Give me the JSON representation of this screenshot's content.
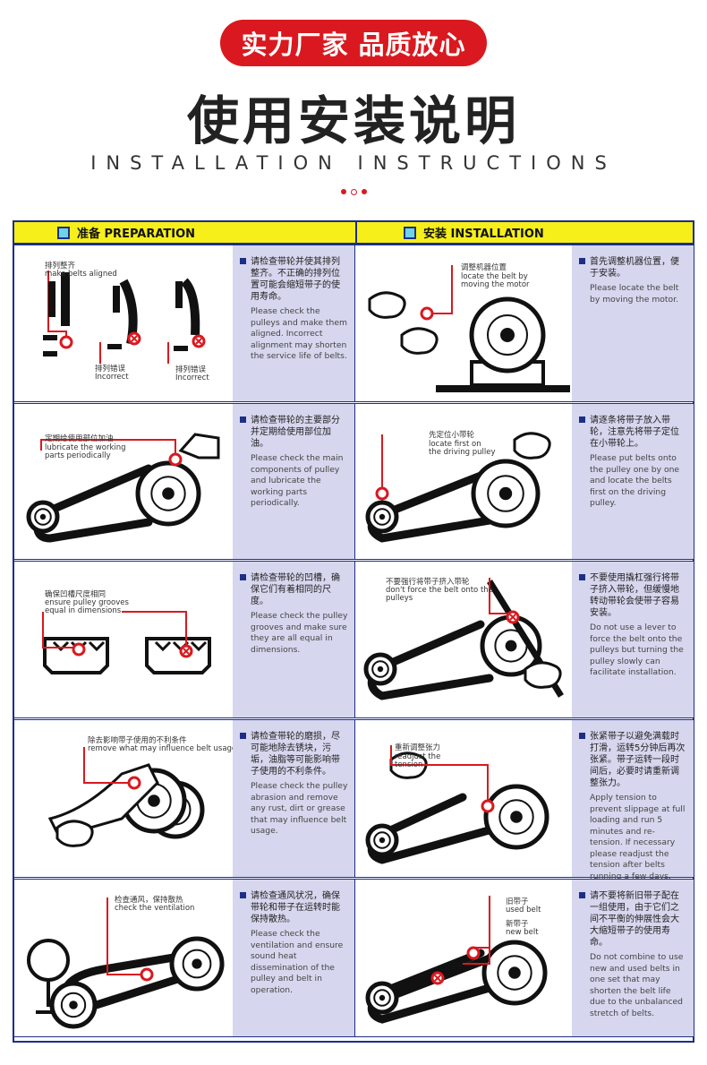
{
  "header": {
    "badge": "实力厂家 品质放心",
    "title": "使用安装说明",
    "subtitle": "INSTALLATION INSTRUCTIONS"
  },
  "columns": {
    "left": "准备 PREPARATION",
    "right": "安装 INSTALLATION"
  },
  "left_steps": [
    {
      "zh": "请检查带轮并使其排列整齐。不正确的排列位置可能会缩短带子的使用寿命。",
      "en": "Please check the pulleys and make them aligned. Incorrect alignment may shorten the service life of belts.",
      "labels": [
        "排列整齐",
        "make belts aligned",
        "排列错误",
        "Incorrect",
        "排列错误",
        "Incorrect"
      ]
    },
    {
      "zh": "请检查带轮的主要部分并定期给使用部位加油。",
      "en": "Please check the main components of pulley and lubricate the working parts periodically.",
      "labels": [
        "定期给使用部位加油",
        "lubricate the working",
        "parts periodically"
      ]
    },
    {
      "zh": "请检查带轮的凹槽，确保它们有着相同的尺度。",
      "en": "Please check the pulley grooves and make sure they are all equal in dimensions.",
      "labels": [
        "确保凹槽尺度相同",
        "ensure pulley grooves",
        "equal in dimensions"
      ]
    },
    {
      "zh": "请检查带轮的磨损，尽可能地除去锈块，污垢，油脂等可能影响带子使用的不利条件。",
      "en": "Please check the pulley abrasion and remove any rust, dirt or grease that may influence belt usage.",
      "labels": [
        "除去影响带子使用的不利条件",
        "remove what may influence belt usage"
      ]
    },
    {
      "zh": "请检查通风状况，确保带轮和带子在运转时能保持散热。",
      "en": "Please check the ventilation and ensure sound heat dissemination of the pulley and belt in operation.",
      "labels": [
        "检查通风，保持散热",
        "check the ventilation"
      ]
    }
  ],
  "right_steps": [
    {
      "zh": "首先调整机器位置，便于安装。",
      "en": "Please locate the belt by moving the motor.",
      "labels": [
        "调整机器位置",
        "locate the belt by",
        "moving the motor"
      ]
    },
    {
      "zh": "请逐条将带子放入带轮，注意先将带子定位在小带轮上。",
      "en": "Please put belts onto the pulley one by one and locate the belts first on the driving pulley.",
      "labels": [
        "先定位小带轮",
        "locate first on",
        "the driving pulley"
      ]
    },
    {
      "zh": "不要使用撬杠强行将带子挤入带轮，但缓慢地转动带轮会使带子容易安装。",
      "en": "Do not use a lever to force the belt onto the pulleys but turning the pulley slowly can facilitate installation.",
      "labels": [
        "不要强行将带子挤入带轮",
        "don't force the belt onto the",
        "pulleys"
      ]
    },
    {
      "zh": "张紧带子以避免满载时打滑，运转5分钟后再次张紧。带子运转一段时间后，必要时请重新调整张力。",
      "en": "Apply tension to prevent slippage at full loading and run 5 minutes and re-tension. If necessary please readjust the tension after belts running a few days.",
      "labels": [
        "重新调整张力",
        "readjust the",
        "tension"
      ]
    },
    {
      "zh": "请不要将新旧带子配在一组使用，由于它们之间不平衡的伸展性会大大缩短带子的使用寿命。",
      "en": "Do not combine to use new and used belts in one set that may shorten the belt life due to the unbalanced stretch of belts.",
      "labels": [
        "旧带子",
        "used belt",
        "新带子",
        "new belt"
      ]
    }
  ]
}
